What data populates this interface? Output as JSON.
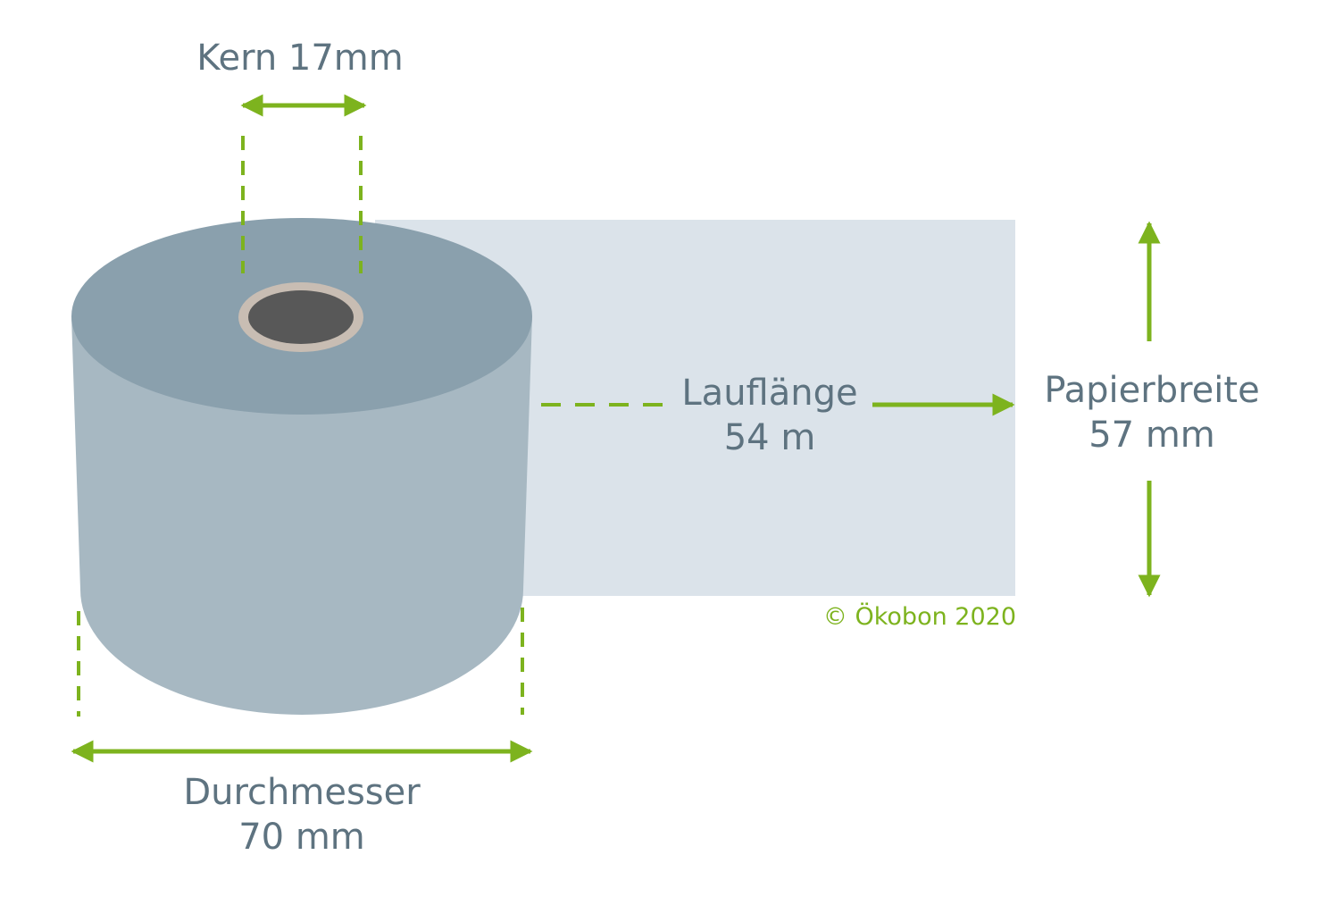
{
  "labels": {
    "core": "Kern 17mm",
    "run_length_title": "Lauflänge",
    "run_length_value": "54 m",
    "paper_width_title": "Papierbreite",
    "paper_width_value": "57 mm",
    "diameter_title": "Durchmesser",
    "diameter_value": "70 mm",
    "copyright": "© Ökobon 2020"
  },
  "colors": {
    "accent": "#7db31e",
    "text": "#5e7380",
    "roll_top": "#8aa0ad",
    "roll_side": "#a7b8c2",
    "paper_strip": "#dbe3ea",
    "core_ring": "#c8bdb3",
    "core_hole": "#585858"
  }
}
